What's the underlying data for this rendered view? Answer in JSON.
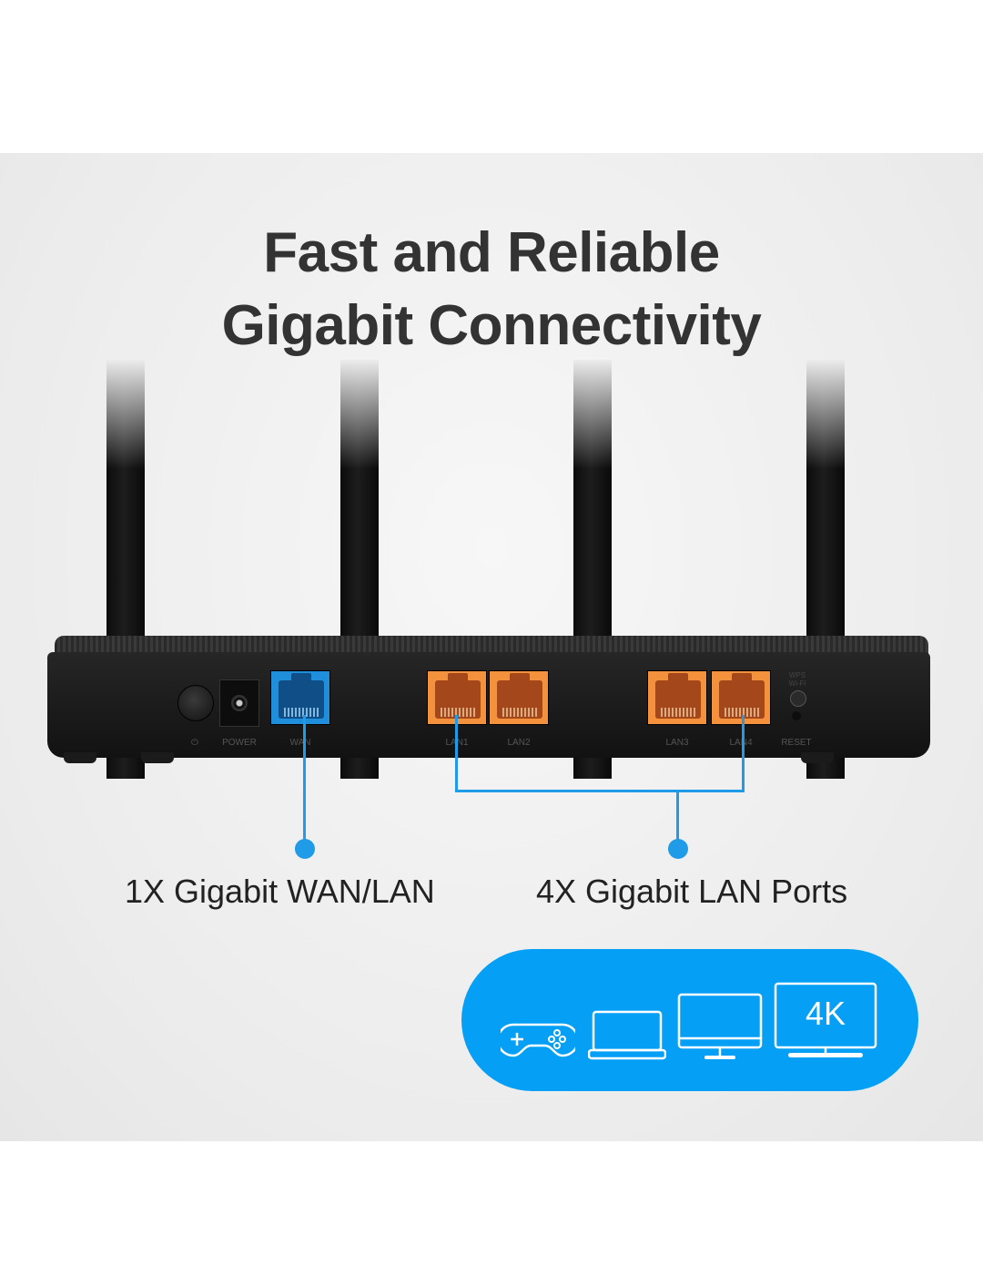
{
  "headline": {
    "line1": "Fast and Reliable",
    "line2": "Gigabit Connectivity"
  },
  "router": {
    "ports": [
      {
        "id": "wan",
        "label": "WAN",
        "color": "#1f8fdc"
      },
      {
        "id": "lan1",
        "label": "LAN1",
        "color": "#f3913d"
      },
      {
        "id": "lan2",
        "label": "LAN2",
        "color": "#f3913d"
      },
      {
        "id": "lan3",
        "label": "LAN3",
        "color": "#f3913d"
      },
      {
        "id": "lan4",
        "label": "LAN4",
        "color": "#f3913d"
      }
    ],
    "power_icon_label": "⏻",
    "power_label": "POWER",
    "wps_label": "WPS\nWi-Fi",
    "reset_label": "RESET"
  },
  "callouts": {
    "wan": "1X Gigabit WAN/LAN",
    "lan": "4X Gigabit LAN Ports",
    "accent_color": "#1f9be8"
  },
  "devices": {
    "icons": [
      "gamepad-icon",
      "laptop-icon",
      "monitor-icon",
      "tv-4k-icon"
    ],
    "tv_label": "4K",
    "background_color": "#05a0f5"
  }
}
